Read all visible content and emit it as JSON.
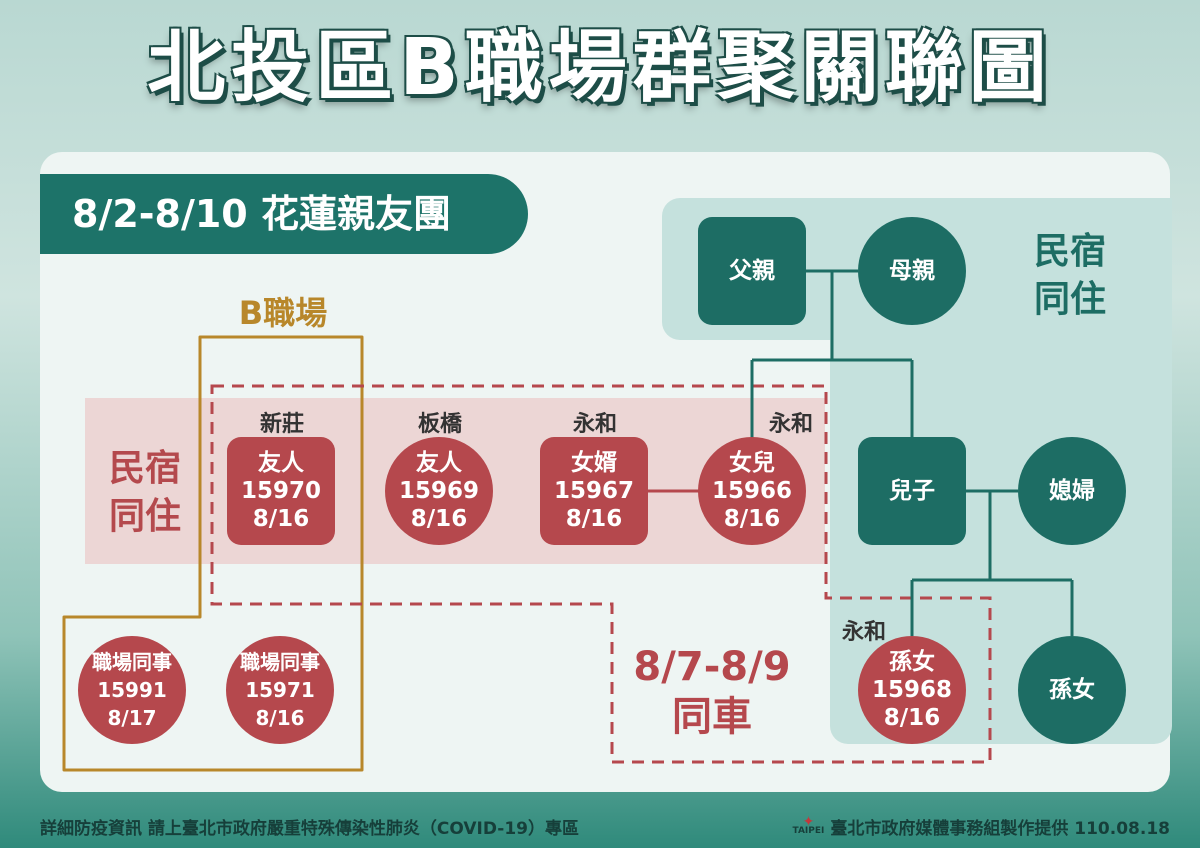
{
  "title": "北投區B職場群聚關聯圖",
  "header": "8/2-8/10 花蓮親友團",
  "b_workplace_label": "B職場",
  "pink_group_label": "民宿同住",
  "teal_group_label": "民宿同住",
  "car_label_dates": "8/7-8/9",
  "car_label_text": "同車",
  "locations": {
    "xinzhuang": "新莊",
    "banqiao": "板橋",
    "yonghe_1": "永和",
    "yonghe_2": "永和",
    "yonghe_3": "永和"
  },
  "nodes": {
    "friend_15970": {
      "role": "友人",
      "id": "15970",
      "date": "8/16"
    },
    "friend_15969": {
      "role": "友人",
      "id": "15969",
      "date": "8/16"
    },
    "soninlaw_15967": {
      "role": "女婿",
      "id": "15967",
      "date": "8/16"
    },
    "daughter_15966": {
      "role": "女兒",
      "id": "15966",
      "date": "8/16"
    },
    "colleague_15991": {
      "role": "職場同事",
      "id": "15991",
      "date": "8/17"
    },
    "colleague_15971": {
      "role": "職場同事",
      "id": "15971",
      "date": "8/16"
    },
    "granddaughter_15968": {
      "role": "孫女",
      "id": "15968",
      "date": "8/16"
    },
    "father": {
      "role": "父親"
    },
    "mother": {
      "role": "母親"
    },
    "son": {
      "role": "兒子"
    },
    "daughter_in_law": {
      "role": "媳婦"
    },
    "granddaughter_2": {
      "role": "孫女"
    }
  },
  "footer": {
    "left": "詳細防疫資訊 請上臺北市政府嚴重特殊傳染性肺炎（COVID-19）專區",
    "logo_text": "TAIPEI",
    "right": "臺北市政府媒體事務組製作提供 110.08.18"
  },
  "colors": {
    "teal": "#1d6d64",
    "red": "#b5484d",
    "gold": "#b8872a"
  }
}
